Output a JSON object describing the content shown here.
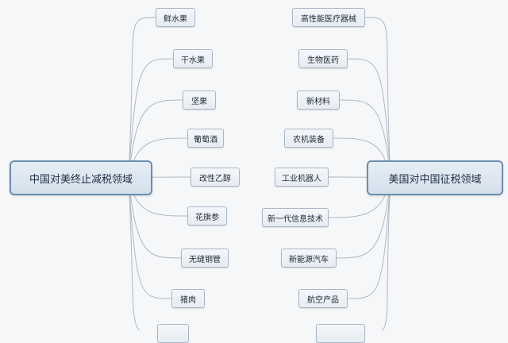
{
  "hubs": {
    "left": "中国对美终止减税领域",
    "right": "美国对中国征税领域"
  },
  "left_items": [
    "鲜水果",
    "干水果",
    "坚果",
    "葡萄酒",
    "改性乙醇",
    "花旗参",
    "无缝钢管",
    "猪肉",
    ""
  ],
  "right_items": [
    "高性能医疗器械",
    "生物医药",
    "新材料",
    "农机装备",
    "工业机器人",
    "新一代信息技术",
    "新能源汽车",
    "航空产品",
    ""
  ]
}
